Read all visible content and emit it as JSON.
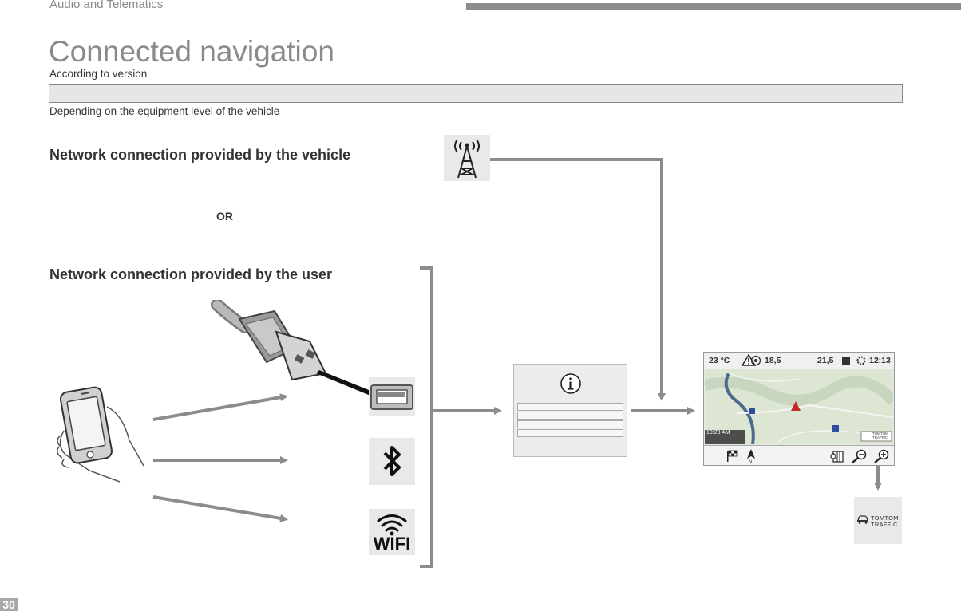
{
  "header": {
    "section": "Audio and Telematics"
  },
  "page": {
    "title": "Connected navigation",
    "subtitle": "According to version",
    "depending_note": "Depending on the equipment level of the vehicle",
    "vehicle_heading": "Network connection provided by the vehicle",
    "or_label": "OR",
    "user_heading": "Network connection provided by the user",
    "page_number": "30"
  },
  "wifi_label": "WIFI",
  "screen": {
    "temperature": "23 °C",
    "value_left": "18,5",
    "value_right": "21,5",
    "clock": "12:13",
    "eta": "10:23 AM",
    "tomtom_badge": "TOMTOM TRAFFIC"
  },
  "tomtom": {
    "line1": "TOMTOM",
    "line2": "TRAFFIC"
  },
  "icons": [
    "antenna-icon",
    "usb-plug-icon",
    "usb-port-icon",
    "bluetooth-icon",
    "wifi-icon",
    "smartphone-icon",
    "info-icon",
    "warning-icon",
    "traffic-car-icon"
  ],
  "colors": {
    "arrow": "#8c8c8c",
    "heading_grey": "#8a8a8a",
    "text": "#333333"
  }
}
